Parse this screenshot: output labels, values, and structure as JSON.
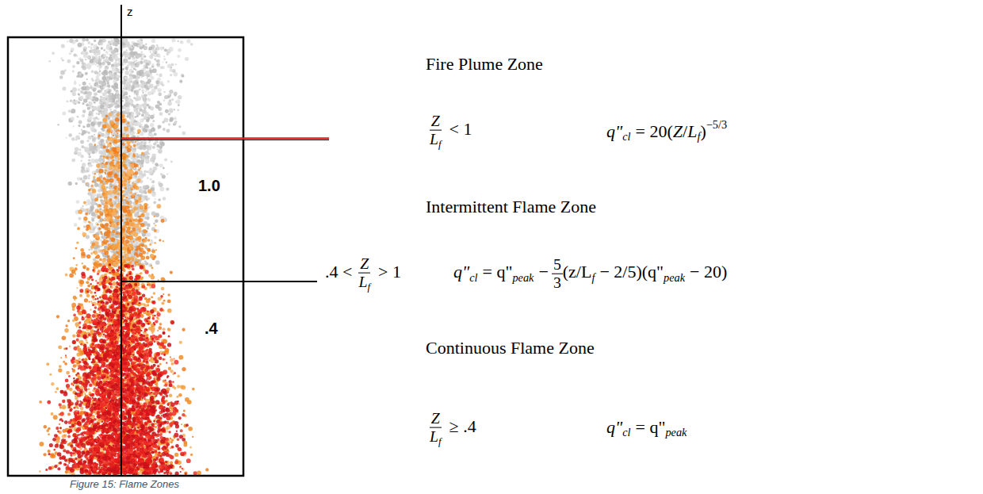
{
  "diagram": {
    "caption": "Figure 15: Flame Zones",
    "labels": [
      "z",
      "1.0",
      ".4",
      "Fire Plume Zone",
      "Intermittent Flame Zone",
      "Continuous Flame Zone",
      "Z",
      "L",
      "f",
      "< 1",
      "q\"",
      "cl",
      "= 20(",
      "Z",
      "/",
      "L",
      "f",
      ")",
      "−5/3",
      ".4 <",
      "Z",
      "L",
      "f",
      "> 1",
      "q\"",
      "cl",
      "= q\"",
      "peak",
      "−",
      "5",
      "3",
      "(z/L",
      "f",
      "− 2/5)(q\"",
      "peak",
      "− 20)",
      "Z",
      "L",
      "f",
      "≥ .4",
      "q\"",
      "cl",
      "= q\"",
      "peak"
    ]
  }
}
